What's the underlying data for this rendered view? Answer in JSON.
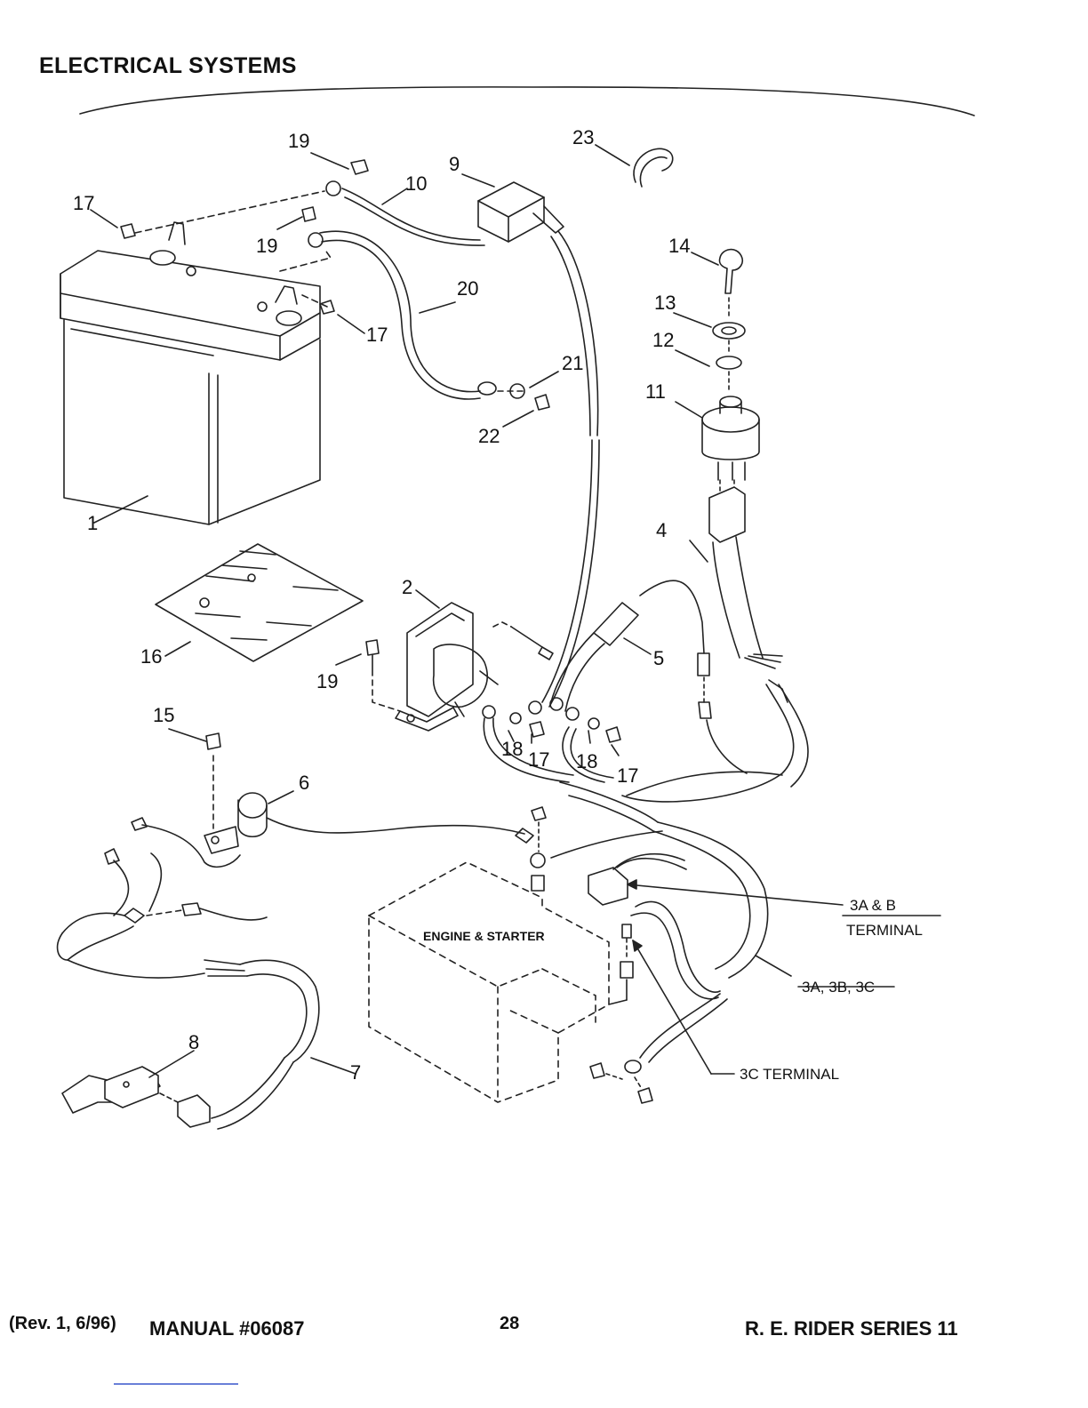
{
  "header": {
    "title": "ELECTRICAL SYSTEMS"
  },
  "callouts": {
    "c1": "1",
    "c2": "2",
    "c4": "4",
    "c5": "5",
    "c6": "6",
    "c7": "7",
    "c8": "8",
    "c9": "9",
    "c10": "10",
    "c11": "11",
    "c12": "12",
    "c13": "13",
    "c14": "14",
    "c15": "15",
    "c16": "16",
    "c17a": "17",
    "c17b": "17",
    "c17c": "17",
    "c17d": "17",
    "c18a": "18",
    "c18b": "18",
    "c19a": "19",
    "c19b": "19",
    "c19c": "19",
    "c20": "20",
    "c21": "21",
    "c22": "22",
    "c23": "23"
  },
  "labels": {
    "engine_starter": "ENGINE & STARTER",
    "terminal_3ab_line1": "3A & B",
    "terminal_3ab_line2": "TERMINAL",
    "harness_3abc": "3A, 3B, 3C",
    "terminal_3c": "3C TERMINAL"
  },
  "footer": {
    "revision": "(Rev. 1, 6/96)",
    "manual": "MANUAL #06087",
    "page_number": "28",
    "series": "R. E. RIDER SERIES 11"
  }
}
